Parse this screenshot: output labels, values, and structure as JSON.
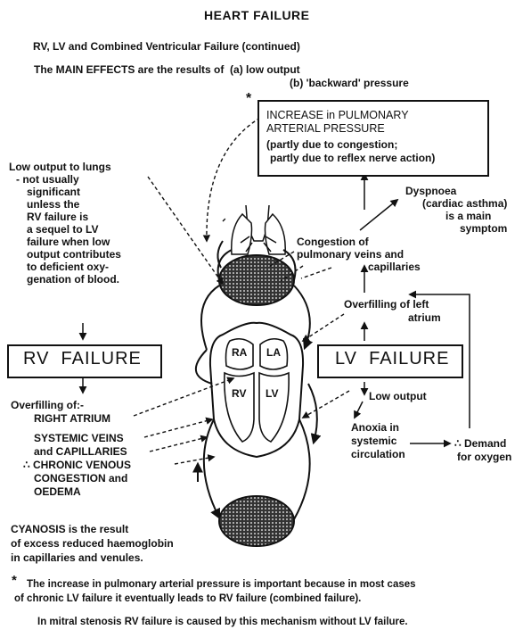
{
  "title": "HEART FAILURE",
  "subtitle": "RV, LV and Combined Ventricular Failure (continued)",
  "main_effects": {
    "intro": "The MAIN EFFECTS are the results of  (a) low output",
    "b": "(b) 'backward' pressure"
  },
  "asterisk": "*",
  "pulmonary_box": {
    "line1": "INCREASE in PULMONARY",
    "line2": "ARTERIAL PRESSURE",
    "line3": "(partly due to congestion;",
    "line4": "partly due to reflex nerve action)"
  },
  "low_output_lungs": [
    "Low output to lungs",
    "- not usually",
    "significant",
    "unless the",
    "RV failure is",
    "a sequel to LV",
    "failure when low",
    "output contributes",
    "to deficient oxy-",
    "genation of blood."
  ],
  "dyspnoea": [
    "Dyspnoea",
    "(cardiac asthma)",
    "is a main",
    "symptom"
  ],
  "congestion": [
    "Congestion of",
    "pulmonary veins and",
    "capillaries"
  ],
  "overfilling_left": [
    "Overfilling of left",
    "atrium"
  ],
  "rv_failure": "RV  FAILURE",
  "lv_failure": "LV  FAILURE",
  "chambers": {
    "ra": "RA",
    "la": "LA",
    "rv": "RV",
    "lv": "LV"
  },
  "overfilling_right": [
    "Overfilling of:-",
    "RIGHT ATRIUM",
    "SYSTEMIC VEINS",
    "and CAPILLARIES",
    "∴ CHRONIC VENOUS",
    "CONGESTION and",
    "OEDEMA"
  ],
  "low_output": "Low output",
  "anoxia": [
    "Anoxia in",
    "systemic",
    "circulation"
  ],
  "demand": [
    "∴ Demand",
    "for oxygen"
  ],
  "cyanosis": [
    "CYANOSIS is the result",
    "of excess reduced haemoglobin",
    "in capillaries and venules."
  ],
  "footnote": {
    "line1": "The increase in pulmonary arterial pressure is important because in most cases",
    "line2": "of chronic LV failure it eventually leads to RV failure (combined failure).",
    "line3": "In mitral stenosis RV failure is caused by this mechanism without LV failure."
  },
  "colors": {
    "ink": "#111111",
    "paper": "#ffffff"
  }
}
